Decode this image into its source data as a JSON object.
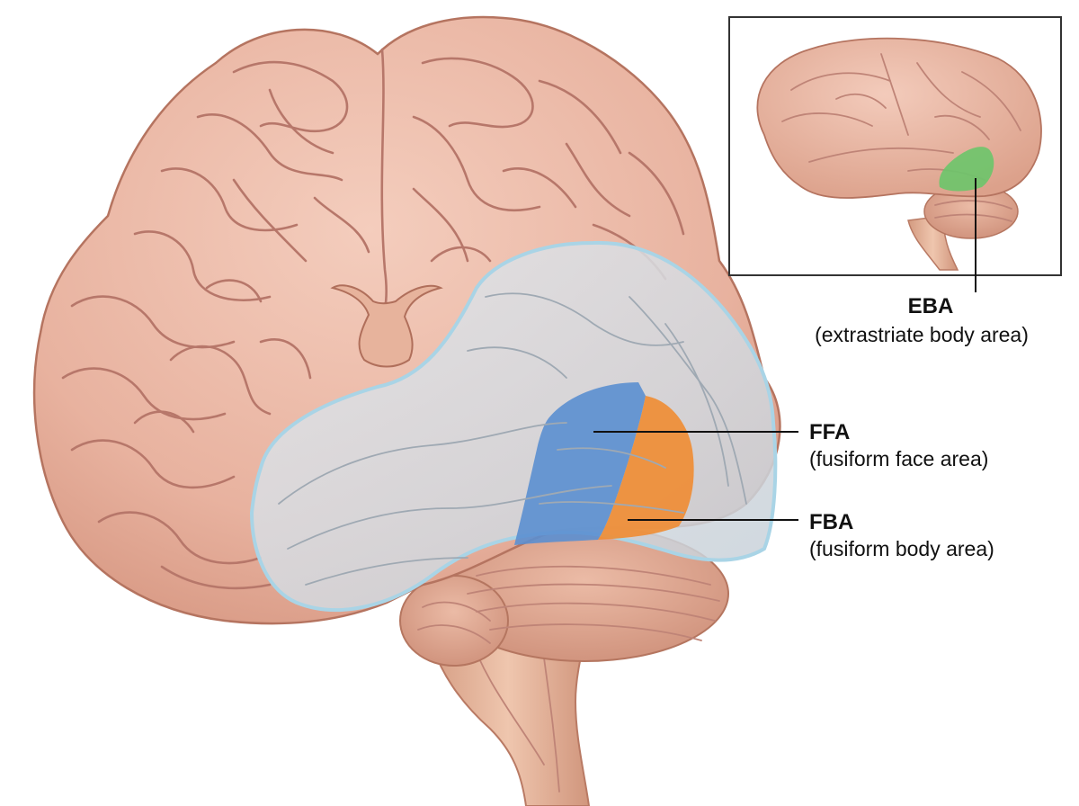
{
  "labels": {
    "ffa": {
      "abbr": "FFA",
      "full": "(fusiform face area)"
    },
    "fba": {
      "abbr": "FBA",
      "full": "(fusiform body area)"
    },
    "eba": {
      "abbr": "EBA",
      "full": "(extrastriate body area)"
    }
  },
  "colors": {
    "brain": "#eab9a7",
    "brain_shadow": "#d89c88",
    "sulcus": "#b7776a",
    "temporal_overlay": "#d2dbe2",
    "overlay_outline": "#a9d4e6",
    "ffa": "#5b8fd0",
    "fba": "#f08c32",
    "eba": "#6cc56a",
    "brainstem": "#e0ad93",
    "cerebellum": "#dca08a"
  }
}
